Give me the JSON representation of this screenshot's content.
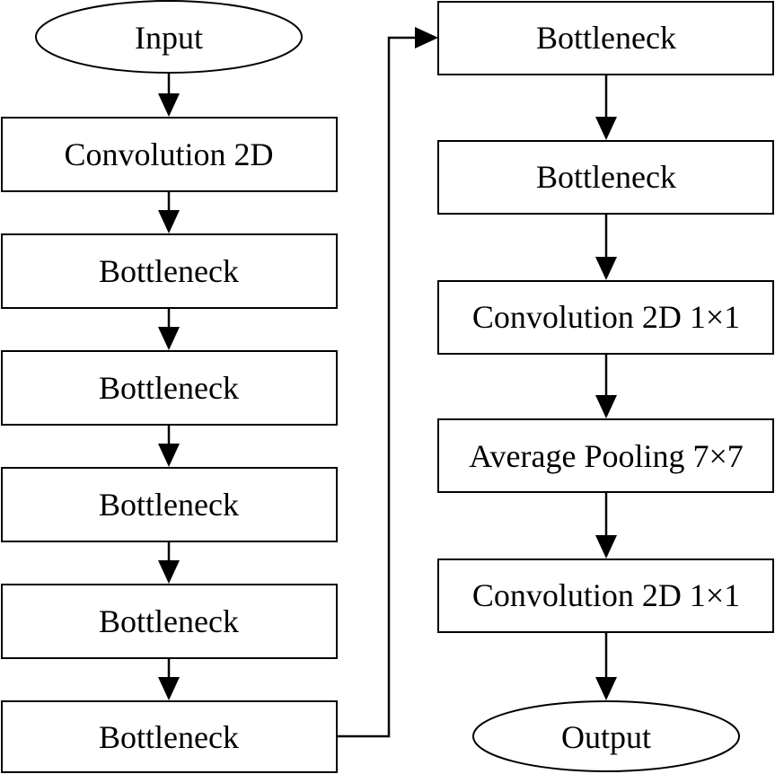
{
  "nodes": {
    "input": "Input",
    "conv2d": "Convolution 2D",
    "bottleneck_1": "Bottleneck",
    "bottleneck_2": "Bottleneck",
    "bottleneck_3": "Bottleneck",
    "bottleneck_4": "Bottleneck",
    "bottleneck_5": "Bottleneck",
    "bottleneck_6": "Bottleneck",
    "bottleneck_7": "Bottleneck",
    "conv2d_1x1_a": "Convolution 2D 1×1",
    "avg_pool": "Average Pooling 7×7",
    "conv2d_1x1_b": "Convolution 2D 1×1",
    "output": "Output"
  },
  "edges": [
    [
      "input",
      "conv2d"
    ],
    [
      "conv2d",
      "bottleneck_1"
    ],
    [
      "bottleneck_1",
      "bottleneck_2"
    ],
    [
      "bottleneck_2",
      "bottleneck_3"
    ],
    [
      "bottleneck_3",
      "bottleneck_4"
    ],
    [
      "bottleneck_4",
      "bottleneck_5"
    ],
    [
      "bottleneck_5",
      "bottleneck_6"
    ],
    [
      "bottleneck_6",
      "bottleneck_7"
    ],
    [
      "bottleneck_7",
      "conv2d_1x1_a"
    ],
    [
      "conv2d_1x1_a",
      "avg_pool"
    ],
    [
      "avg_pool",
      "conv2d_1x1_b"
    ],
    [
      "conv2d_1x1_b",
      "output"
    ]
  ],
  "colors": {
    "stroke": "#000000",
    "fill": "#ffffff",
    "text": "#000000"
  }
}
